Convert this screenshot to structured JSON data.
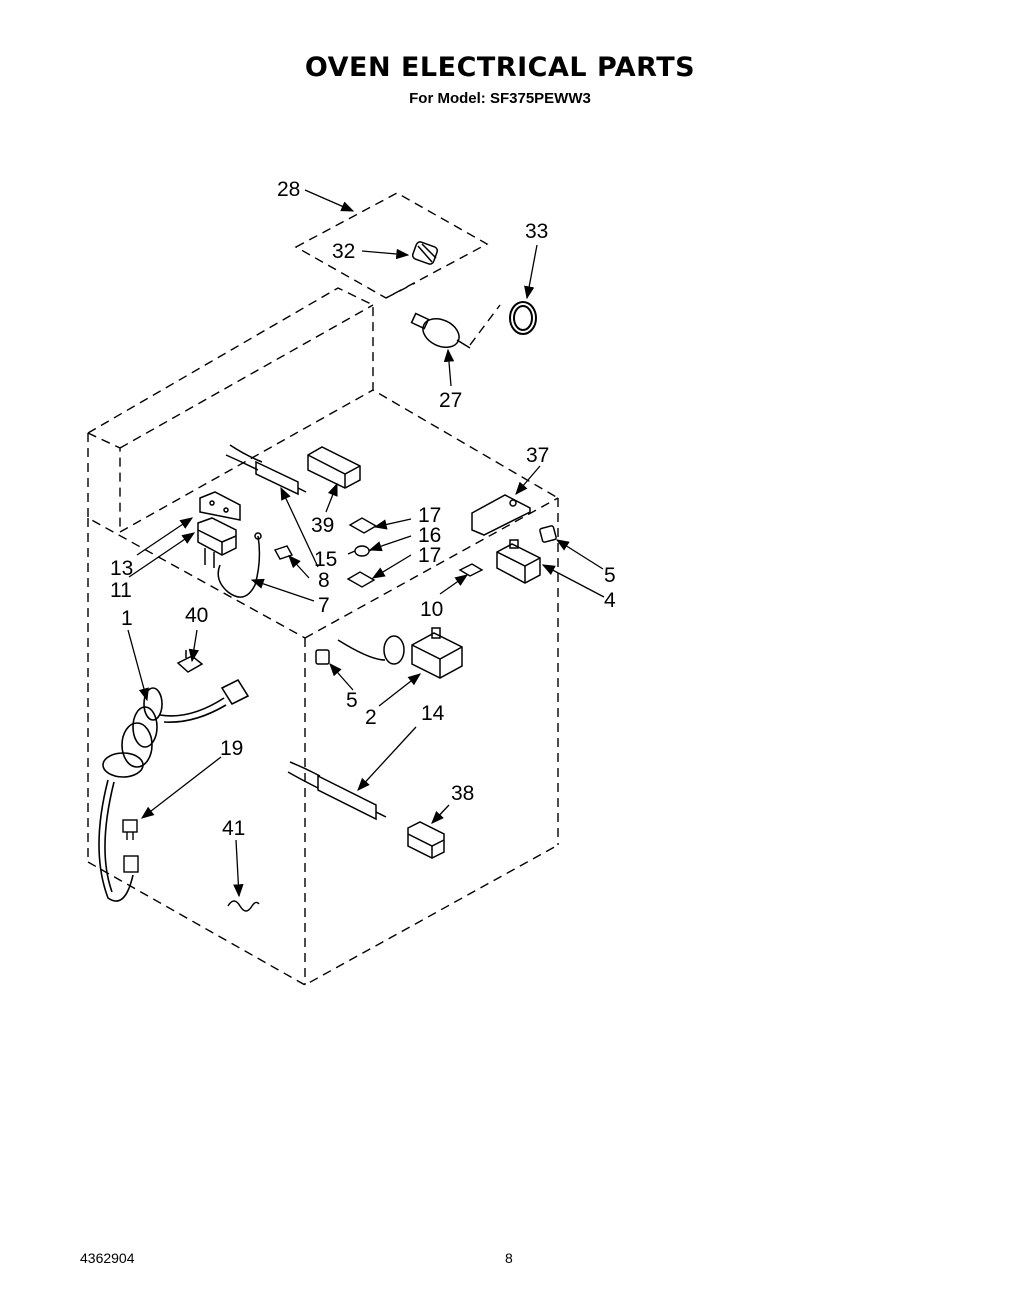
{
  "header": {
    "title": "OVEN ELECTRICAL PARTS",
    "model_label": "For Model:",
    "model_number": "SF375PEWW3"
  },
  "footer": {
    "doc_number": "4362904",
    "page_number": "8"
  },
  "callouts": {
    "c1": "1",
    "c2": "2",
    "c4": "4",
    "c5a": "5",
    "c5b": "5",
    "c7": "7",
    "c8": "8",
    "c10": "10",
    "c11": "11",
    "c13": "13",
    "c14": "14",
    "c15": "15",
    "c16": "16",
    "c17a": "17",
    "c17b": "17",
    "c19": "19",
    "c27": "27",
    "c28": "28",
    "c32": "32",
    "c33": "33",
    "c37": "37",
    "c38": "38",
    "c39": "39",
    "c40": "40",
    "c41": "41"
  }
}
